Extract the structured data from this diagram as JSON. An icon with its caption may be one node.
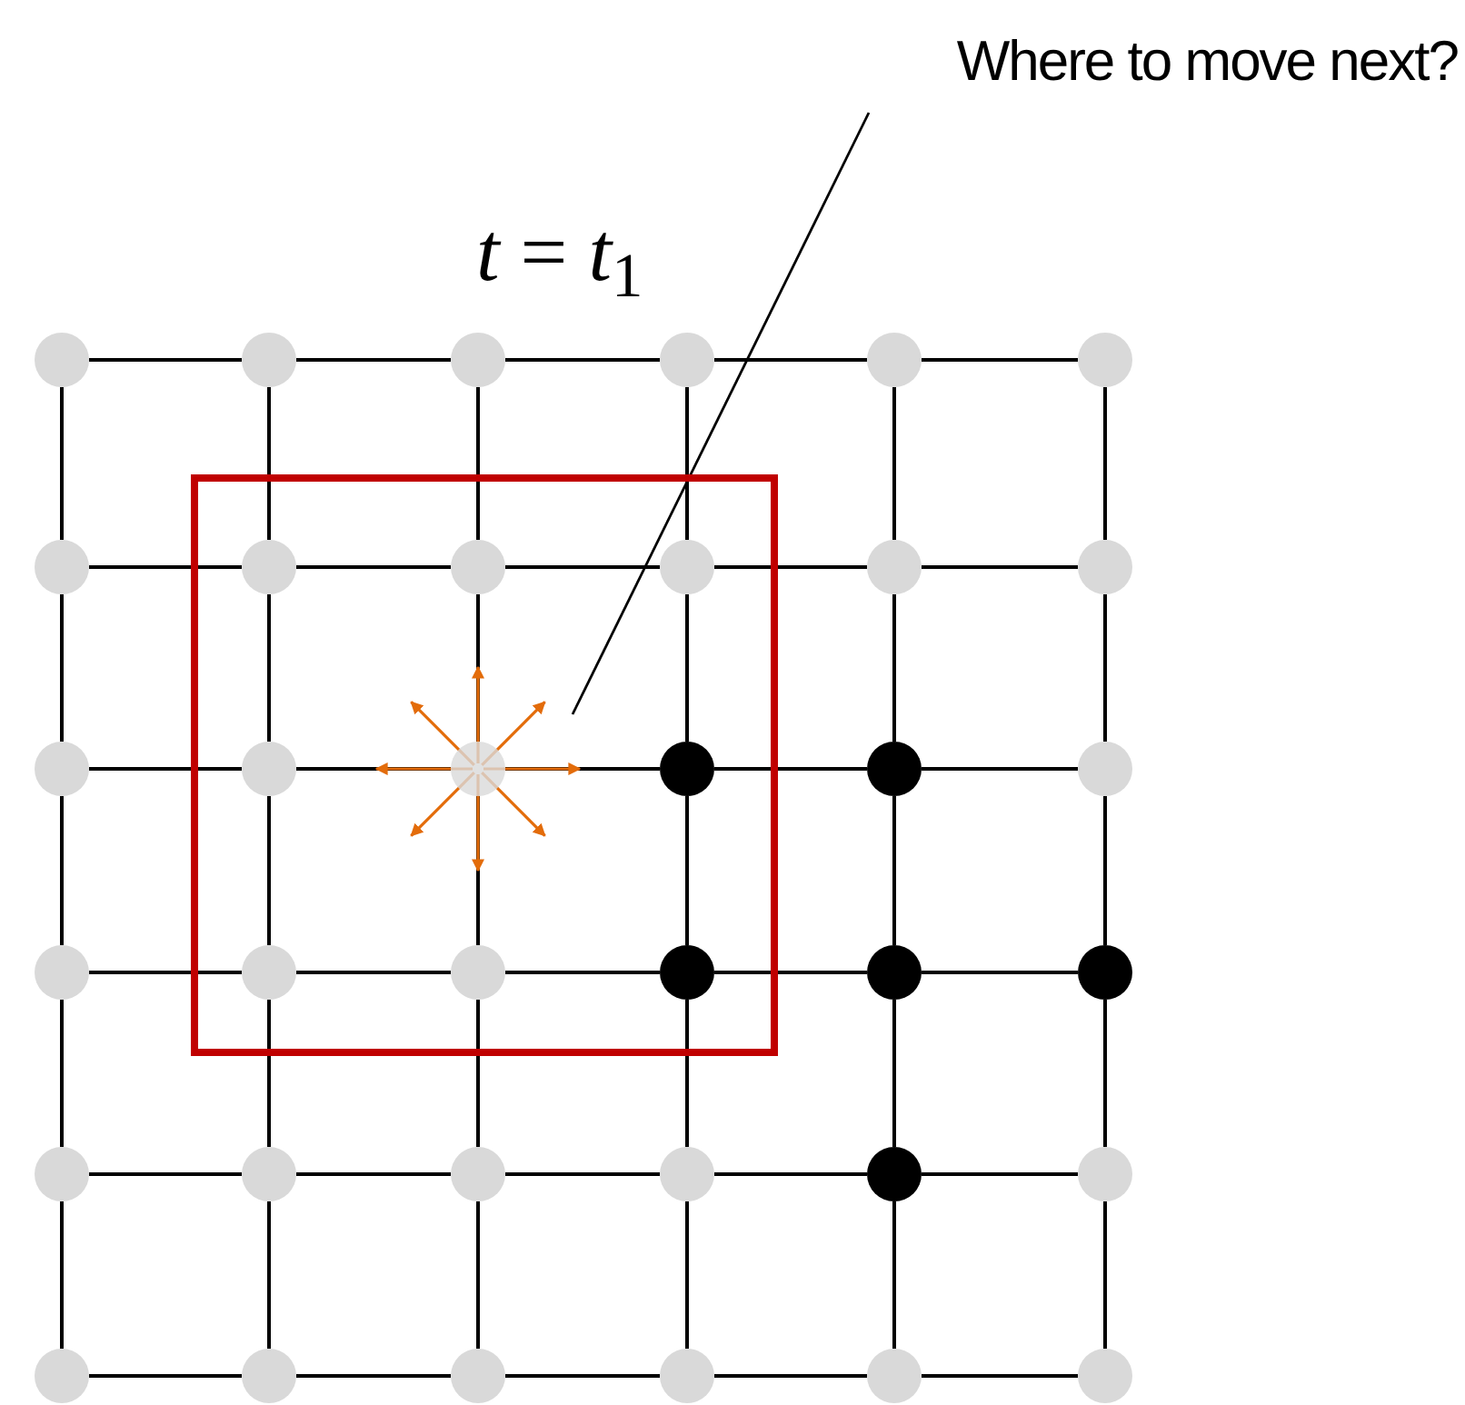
{
  "diagram": {
    "title": "*t* = *t*$_{1}$",
    "nodes": [
      {
        "text": [],
        "shape": "circle"
      },
      {
        "text": [],
        "shape": "circle"
      },
      {
        "text": [],
        "shape": "circle"
      },
      {
        "text": [],
        "shape": "circle"
      },
      {
        "text": [],
        "shape": "circle"
      },
      {
        "text": [],
        "shape": "circle"
      },
      {
        "text": [],
        "shape": "circle"
      },
      {
        "text": [],
        "shape": "circle"
      },
      {
        "text": [],
        "shape": "circle"
      },
      {
        "text": [],
        "shape": "circle"
      },
      {
        "text": [],
        "shape": "circle"
      },
      {
        "text": [],
        "shape": "circle"
      },
      {
        "text": [],
        "shape": "circle"
      },
      {
        "text": [],
        "shape": "circle"
      },
      {
        "text": [],
        "shape": "circle"
      },
      {
        "text": [],
        "shape": "circle"
      },
      {
        "text": [],
        "shape": "circle"
      },
      {
        "text": [],
        "shape": "circle"
      },
      {
        "text": [],
        "shape": "circle"
      },
      {
        "text": [],
        "shape": "circle"
      },
      {
        "text": [],
        "shape": "circle"
      },
      {
        "text": [],
        "shape": "circle"
      },
      {
        "text": [],
        "shape": "circle"
      },
      {
        "text": [],
        "shape": "circle"
      },
      {
        "text": [],
        "shape": "circle"
      },
      {
        "text": [],
        "shape": "circle"
      },
      {
        "text": [],
        "shape": "circle"
      },
      {
        "text": [],
        "shape": "circle"
      },
      {
        "text": [],
        "shape": "circle"
      },
      {
        "text": [],
        "shape": "circle"
      },
      {
        "text": [],
        "shape": "circle"
      },
      {
        "text": [],
        "shape": "circle"
      },
      {
        "text": [],
        "shape": "circle"
      },
      {
        "text": [],
        "shape": "circle"
      },
      {
        "text": [],
        "shape": "circle"
      },
      {
        "text": [],
        "shape": "circle"
      },
      {
        "text": [
          "Where to move next?"
        ]
      }
    ],
    "edges": [
      {
        "from": 0,
        "to": 1,
        "arrow": "none"
      },
      {
        "from": 1,
        "to": 2,
        "arrow": "none"
      },
      {
        "from": 2,
        "to": 3,
        "arrow": "none"
      },
      {
        "from": 3,
        "to": 4,
        "arrow": "none"
      },
      {
        "from": 4,
        "to": 5,
        "arrow": "none"
      },
      {
        "from": 6,
        "to": 7,
        "arrow": "none"
      },
      {
        "from": 7,
        "to": 8,
        "arrow": "none"
      },
      {
        "from": 8,
        "to": 9,
        "arrow": "none"
      },
      {
        "from": 9,
        "to": 10,
        "arrow": "none"
      },
      {
        "from": 10,
        "to": 11,
        "arrow": "none"
      },
      {
        "from": 12,
        "to": 13,
        "arrow": "none"
      },
      {
        "from": 13,
        "to": 14,
        "arrow": "none"
      },
      {
        "from": 14,
        "to": 15,
        "arrow": "none"
      },
      {
        "from": 15,
        "to": 16,
        "arrow": "none"
      },
      {
        "from": 16,
        "to": 17,
        "arrow": "none"
      },
      {
        "from": 18,
        "to": 19,
        "arrow": "none"
      },
      {
        "from": 19,
        "to": 20,
        "arrow": "none"
      },
      {
        "from": 20,
        "to": 21,
        "arrow": "none"
      },
      {
        "from": 21,
        "to": 22,
        "arrow": "none"
      },
      {
        "from": 22,
        "to": 23,
        "arrow": "none"
      },
      {
        "from": 24,
        "to": 25,
        "arrow": "none"
      },
      {
        "from": 25,
        "to": 26,
        "arrow": "none"
      },
      {
        "from": 26,
        "to": 27,
        "arrow": "none"
      },
      {
        "from": 27,
        "to": 28,
        "arrow": "none"
      },
      {
        "from": 28,
        "to": 29,
        "arrow": "none"
      },
      {
        "from": 30,
        "to": 31,
        "arrow": "none"
      },
      {
        "from": 31,
        "to": 32,
        "arrow": "none"
      },
      {
        "from": 32,
        "to": 33,
        "arrow": "none"
      },
      {
        "from": 33,
        "to": 34,
        "arrow": "none"
      },
      {
        "from": 34,
        "to": 35,
        "arrow": "none"
      },
      {
        "from": 0,
        "to": 6,
        "arrow": "none"
      },
      {
        "from": 6,
        "to": 12,
        "arrow": "none"
      },
      {
        "from": 12,
        "to": 18,
        "arrow": "none"
      },
      {
        "from": 18,
        "to": 24,
        "arrow": "none"
      },
      {
        "from": 24,
        "to": 30,
        "arrow": "none"
      },
      {
        "from": 1,
        "to": 7,
        "arrow": "none"
      },
      {
        "from": 7,
        "to": 13,
        "arrow": "none"
      },
      {
        "from": 13,
        "to": 19,
        "arrow": "none"
      },
      {
        "from": 19,
        "to": 25,
        "arrow": "none"
      },
      {
        "from": 25,
        "to": 31,
        "arrow": "none"
      },
      {
        "from": 2,
        "to": 8,
        "arrow": "none"
      },
      {
        "from": 8,
        "to": 14,
        "arrow": "none"
      },
      {
        "from": 14,
        "to": 20,
        "arrow": "none"
      },
      {
        "from": 20,
        "to": 26,
        "arrow": "none"
      },
      {
        "from": 26,
        "to": 32,
        "arrow": "none"
      },
      {
        "from": 3,
        "to": 9,
        "arrow": "none"
      },
      {
        "from": 9,
        "to": 15,
        "arrow": "none"
      },
      {
        "from": 15,
        "to": 21,
        "arrow": "none"
      },
      {
        "from": 21,
        "to": 27,
        "arrow": "none"
      },
      {
        "from": 27,
        "to": 33,
        "arrow": "none"
      },
      {
        "from": 4,
        "to": 10,
        "arrow": "none"
      },
      {
        "from": 10,
        "to": 16,
        "arrow": "none"
      },
      {
        "from": 16,
        "to": 22,
        "arrow": "none"
      },
      {
        "from": 22,
        "to": 28,
        "arrow": "none"
      },
      {
        "from": 28,
        "to": 34,
        "arrow": "none"
      },
      {
        "from": 5,
        "to": 11,
        "arrow": "none"
      },
      {
        "from": 11,
        "to": 17,
        "arrow": "none"
      },
      {
        "from": 17,
        "to": 23,
        "arrow": "none"
      },
      {
        "from": 23,
        "to": 29,
        "arrow": "none"
      },
      {
        "from": 29,
        "to": 35,
        "arrow": "none"
      },
      {
        "from": 14,
        "to": null,
        "arrow": "to",
        "color": "#e36c0a"
      },
      {
        "from": 14,
        "to": null,
        "arrow": "to",
        "color": "#e36c0a"
      },
      {
        "from": 14,
        "to": null,
        "arrow": "to",
        "color": "#e36c0a"
      },
      {
        "from": 14,
        "to": null,
        "arrow": "to",
        "color": "#e36c0a"
      },
      {
        "from": 14,
        "to": null,
        "arrow": "to",
        "color": "#e36c0a"
      },
      {
        "from": 14,
        "to": null,
        "arrow": "to",
        "color": "#e36c0a"
      },
      {
        "from": 14,
        "to": null,
        "arrow": "to",
        "color": "#e36c0a"
      },
      {
        "from": 14,
        "to": null,
        "arrow": "to",
        "color": "#e36c0a"
      },
      {
        "from": 36,
        "to": null,
        "arrow": "none"
      }
    ]
  }
}
